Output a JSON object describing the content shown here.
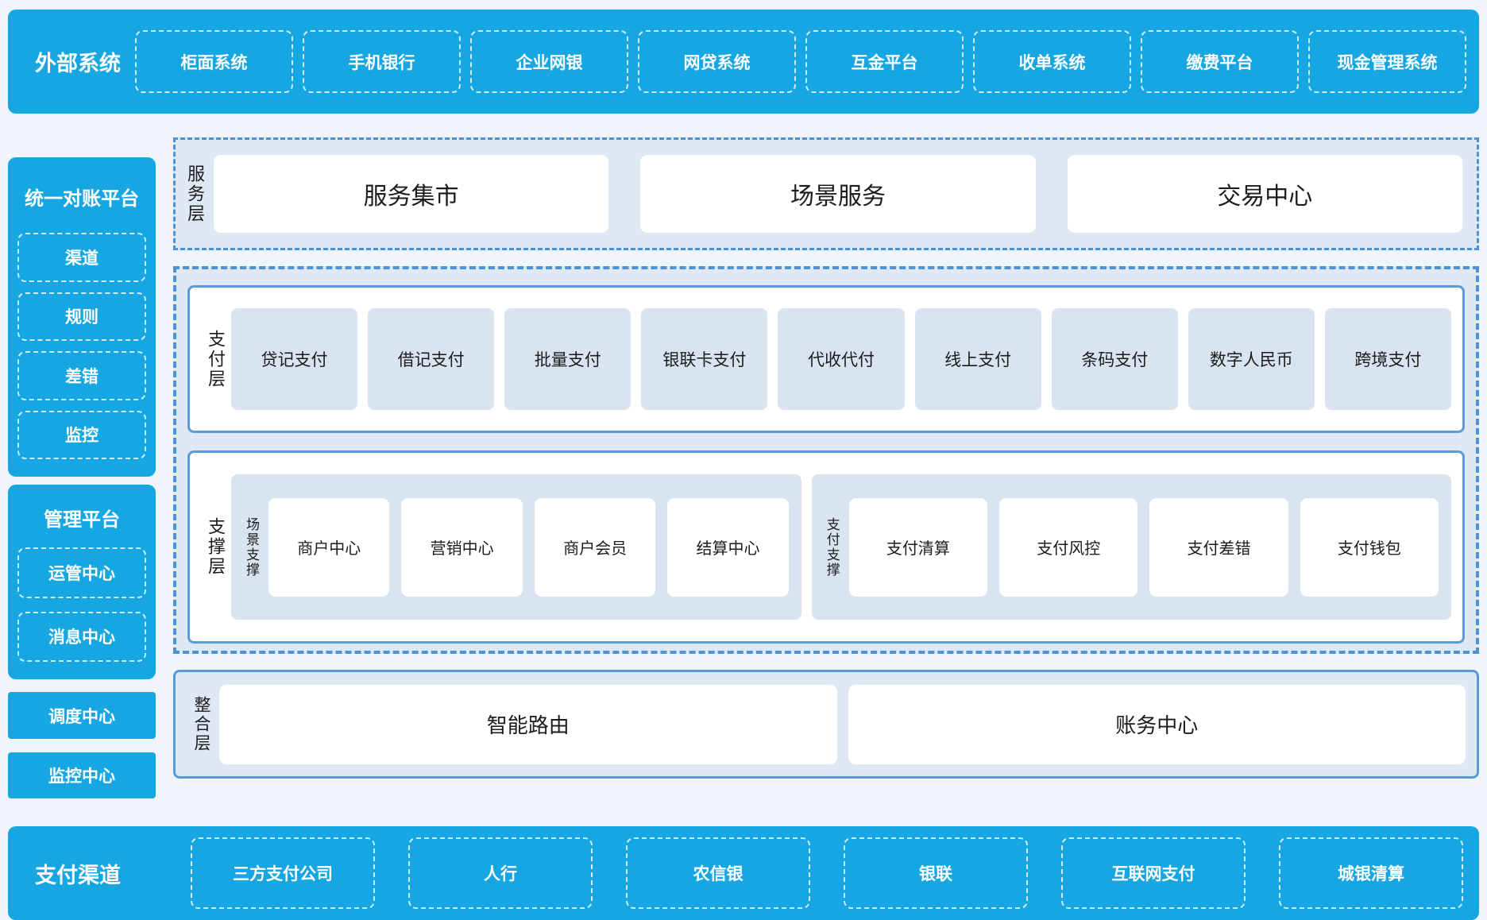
{
  "colors": {
    "brand_blue": "#16A7E2",
    "panel_bg": "#DEE9F5",
    "item_blue": "#D9E4F1",
    "border_blue": "#5B9BD5",
    "dash_blue": "#4E94D4",
    "page_bg": "#EFF5FB",
    "text_dark": "#1C1C1C"
  },
  "top_bar": {
    "label": "外部系统",
    "items": [
      "柜面系统",
      "手机银行",
      "企业网银",
      "网贷系统",
      "互金平台",
      "收单系统",
      "缴费平台",
      "现金管理系统"
    ]
  },
  "sidebar": {
    "recon_platform": {
      "title": "统一对账平台",
      "items": [
        "渠道",
        "规则",
        "差错",
        "监控"
      ]
    },
    "mgmt_platform": {
      "title": "管理平台",
      "items": [
        "运管中心",
        "消息中心"
      ]
    },
    "standalone": [
      "调度中心",
      "监控中心"
    ]
  },
  "service_layer": {
    "label": "服务层",
    "items": [
      "服务集市",
      "场景服务",
      "交易中心"
    ]
  },
  "payment_layer": {
    "label": "支付层",
    "items": [
      "贷记支付",
      "借记支付",
      "批量支付",
      "银联卡支付",
      "代收代付",
      "线上支付",
      "条码支付",
      "数字人民币",
      "跨境支付"
    ]
  },
  "support_layer": {
    "label": "支撑层",
    "groups": [
      {
        "label": "场景支撑",
        "items": [
          "商户中心",
          "营销中心",
          "商户会员",
          "结算中心"
        ]
      },
      {
        "label": "支付支撑",
        "items": [
          "支付清算",
          "支付风控",
          "支付差错",
          "支付钱包"
        ]
      }
    ]
  },
  "integration_layer": {
    "label": "整合层",
    "items": [
      "智能路由",
      "账务中心"
    ]
  },
  "bottom_bar": {
    "label": "支付渠道",
    "items": [
      "三方支付公司",
      "人行",
      "农信银",
      "银联",
      "互联网支付",
      "城银清算"
    ]
  }
}
